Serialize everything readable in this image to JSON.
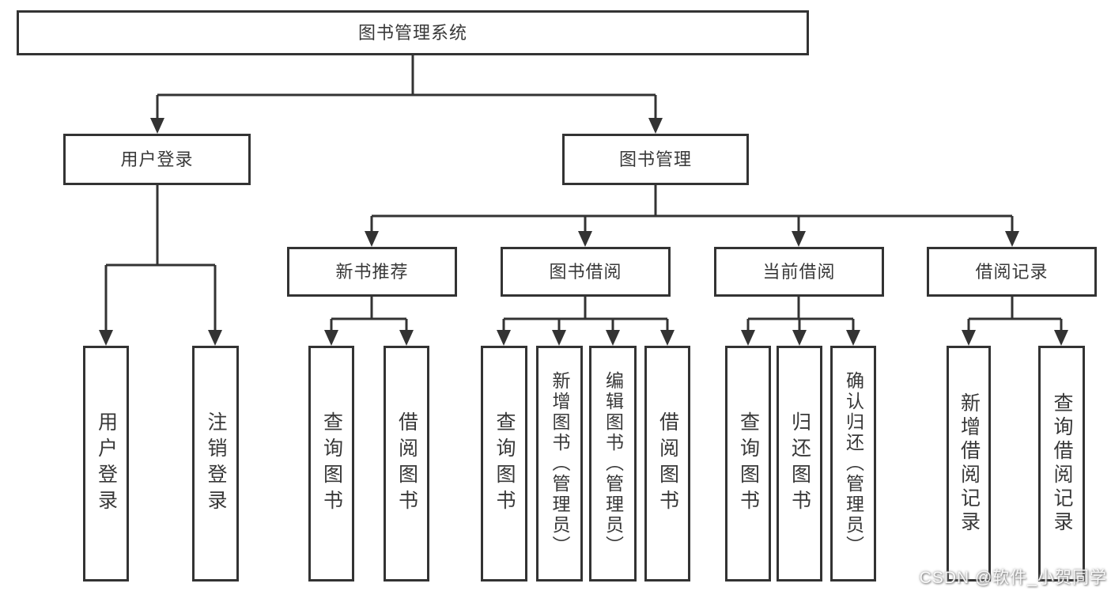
{
  "diagram": {
    "title": "图书管理系统",
    "branches": [
      {
        "label": "用户登录",
        "children": [
          "用户登录",
          "注销登录"
        ]
      },
      {
        "label": "图书管理",
        "sections": [
          {
            "label": "新书推荐",
            "children": [
              "查询图书",
              "借阅图书"
            ]
          },
          {
            "label": "图书借阅",
            "children": [
              "查询图书",
              "新增图书（管理员）",
              "编辑图书（管理员）",
              "借阅图书"
            ]
          },
          {
            "label": "当前借阅",
            "children": [
              "查询图书",
              "归还图书",
              "确认归还（管理员）"
            ]
          },
          {
            "label": "借阅记录",
            "children": [
              "新增借阅记录",
              "查询借阅记录"
            ]
          }
        ]
      }
    ],
    "colors": {
      "line": "#333333",
      "text": "#383838",
      "background": "#ffffff",
      "watermark": "#f5f5f5"
    },
    "watermark": "CSDN @软件_小贺同学"
  }
}
